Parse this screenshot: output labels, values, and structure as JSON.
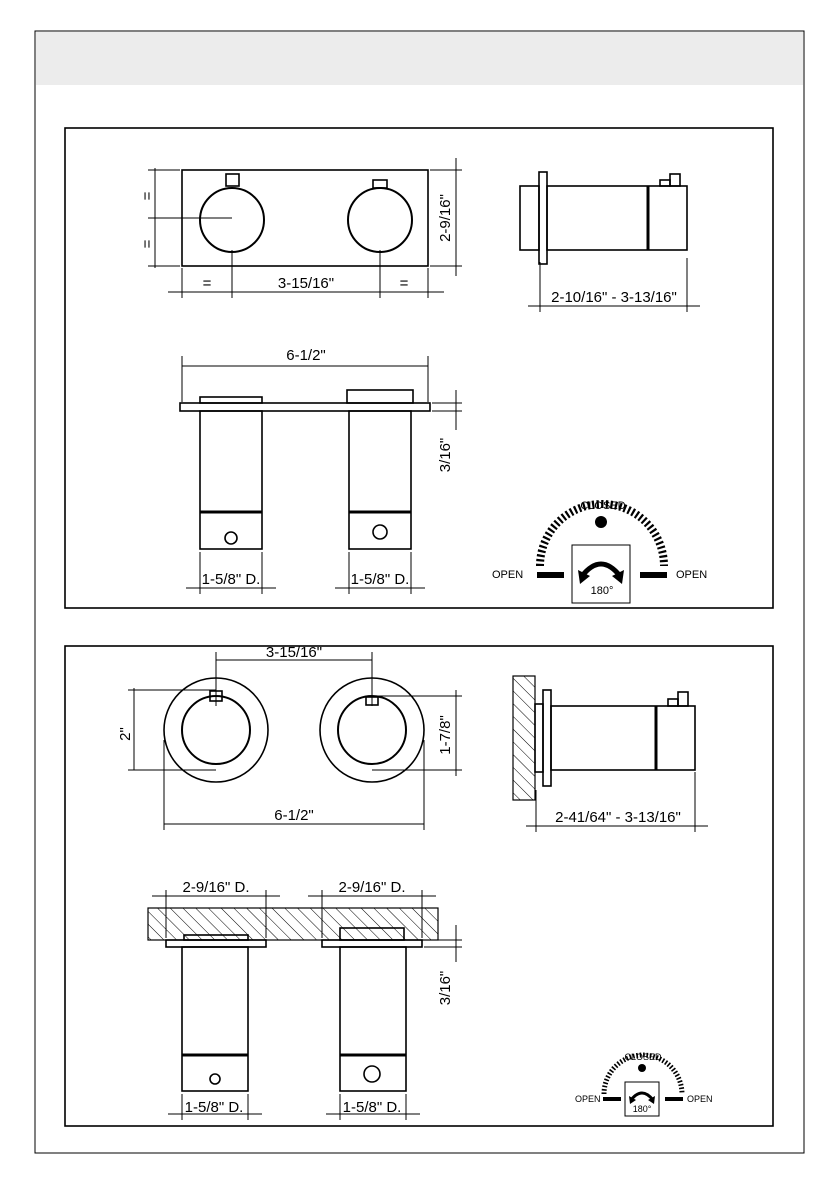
{
  "panel1": {
    "front": {
      "eq1": "=",
      "eq2": "=",
      "width": "3-15/16\"",
      "eq3": "=",
      "eq4": "=",
      "height": "2-9/16\""
    },
    "side": {
      "depth": "2-10/16\" - 3-13/16\""
    },
    "plan": {
      "overall": "6-1/2\"",
      "thickness": "3/16\"",
      "dia_left": "1-5/8\" D.",
      "dia_right": "1-5/8\" D."
    },
    "rotation": {
      "closed": "CLOSED",
      "open_left": "OPEN",
      "open_right": "OPEN",
      "angle": "180°"
    }
  },
  "panel2": {
    "front": {
      "spacing": "3-15/16\"",
      "left_dia": "2\"",
      "right_dia": "1-7/8\"",
      "overall": "6-1/2\""
    },
    "side": {
      "depth": "2-41/64\" - 3-13/16\""
    },
    "plan": {
      "dia_left_top": "2-9/16\" D.",
      "dia_right_top": "2-9/16\" D.",
      "thickness": "3/16\"",
      "dia_left": "1-5/8\" D.",
      "dia_right": "1-5/8\" D."
    },
    "rotation": {
      "closed": "CLOSED",
      "open_left": "OPEN",
      "open_right": "OPEN",
      "angle": "180°"
    }
  }
}
